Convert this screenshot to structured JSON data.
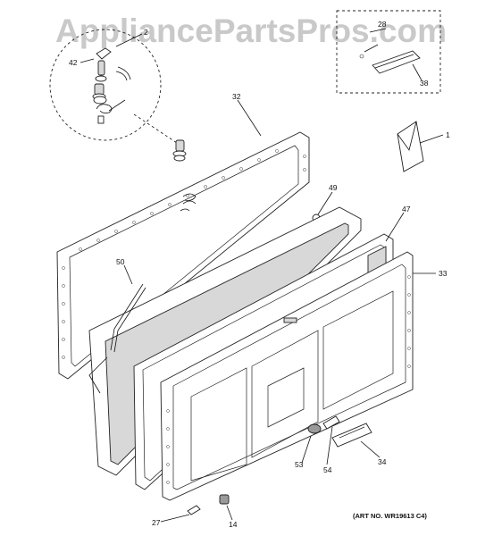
{
  "watermark": "AppliancePartsPros.com",
  "art_number": "(ART NO. WR19613 C4)",
  "callouts": {
    "c1": "1",
    "c2": "2",
    "c14": "14",
    "c27": "27",
    "c28": "28",
    "c32": "32",
    "c33": "33",
    "c34": "34",
    "c38": "38",
    "c42": "42",
    "c47": "47",
    "c49": "49",
    "c50": "50",
    "c53": "53",
    "c54": "54"
  }
}
